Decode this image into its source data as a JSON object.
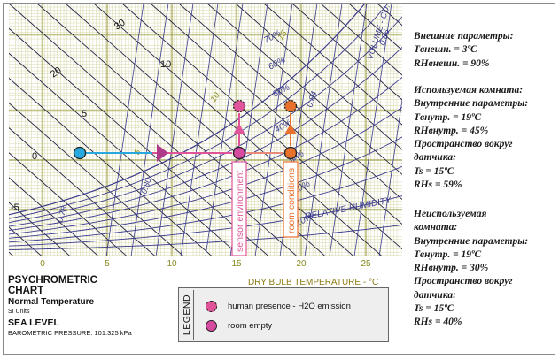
{
  "chart": {
    "x_axis_title": "DRY BULB TEMPERATURE - °C",
    "x_ticks": [
      "0",
      "5",
      "10",
      "15",
      "20",
      "25"
    ],
    "enthalpy_labels": [
      "30",
      "20",
      "10",
      "5",
      "0",
      "-5"
    ],
    "rh_labels": [
      "70%",
      "60%",
      "50%",
      "40%",
      "30%",
      "20%",
      "10%"
    ],
    "rh_curve_title": "RELATIVE HUMIDITY",
    "volume_title": "VOLUME - CU.",
    "volume_labels": [
      "0.86",
      "0.84",
      "0.80",
      "0.78"
    ],
    "wet_bulb_labels": [
      "15",
      "10",
      "5"
    ],
    "annotations": {
      "sensor": "sensor environment",
      "room": "room conditions"
    },
    "points": [
      {
        "name": "outdoor",
        "t": 3,
        "rh": 90
      },
      {
        "name": "used-room",
        "t": 19,
        "rh": 45
      },
      {
        "name": "used-sensor",
        "t": 15,
        "rh": 59
      },
      {
        "name": "unused-room",
        "t": 19,
        "rh": 30
      },
      {
        "name": "unused-sensor",
        "t": 15,
        "rh": 40
      }
    ]
  },
  "colors": {
    "outdoor": "#29a8e0",
    "human": "#e0559a",
    "empty": "#d64aa0",
    "room": "#e8712e",
    "grid_major": "#8a8a20",
    "enthalpy": "#222244",
    "rh": "#3b3b8c"
  },
  "notes": {
    "outdoor": [
      "Внешние параметры:",
      "Tвнешн. = 3ºC",
      "RHвнешн. = 90%"
    ],
    "used": [
      "Используемая комната:",
      "Внутренние параметры:",
      "Tвнутр. = 19ºC",
      "RHвнутр. = 45%",
      "Пространство вокруг",
      "датчика:",
      "Ts = 15ºC",
      "RHs = 59%"
    ],
    "unused": [
      "Неиспользуемая",
      "комната:",
      "Внутренние параметры:",
      "Tвнутр. = 19ºC",
      "RHвнутр. = 30%",
      "Пространство вокруг",
      "датчика:",
      "Ts = 15ºC",
      "RHs = 40%"
    ]
  },
  "title_block": {
    "line1": "PSYCHROMETRIC",
    "line2": "CHART",
    "line3": "Normal Temperature",
    "line4": "SI Units",
    "line5": "SEA LEVEL",
    "line6": "BAROMETRIC PRESSURE: 101.325 kPa"
  },
  "legend": {
    "title": "LEGEND",
    "items": [
      {
        "label": "human presence - H2O emission",
        "icon": "dashed-circle"
      },
      {
        "label": "room empty",
        "icon": "solid-circle"
      }
    ]
  }
}
